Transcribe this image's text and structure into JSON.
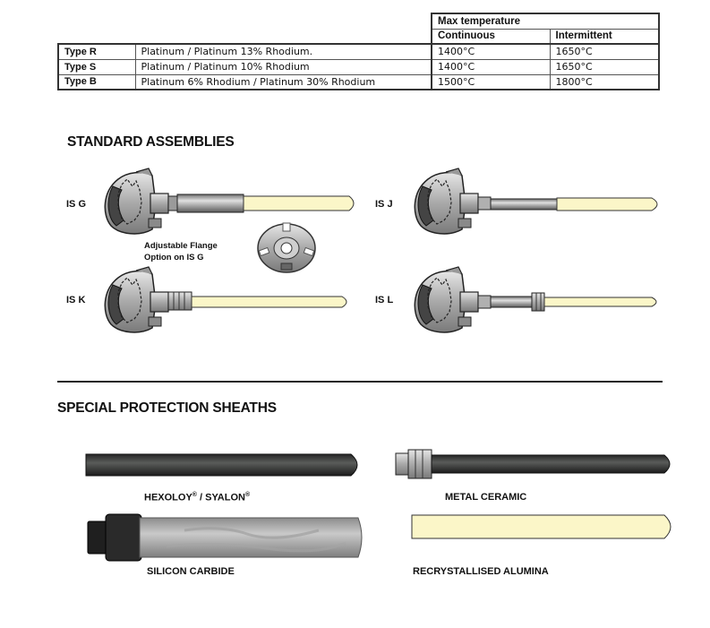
{
  "table": {
    "max_temp_header": "Max temperature",
    "col_continuous": "Continuous",
    "col_intermittent": "Intermittent",
    "rows": [
      {
        "type": "Type R",
        "material": "Platinum / Platinum 13% Rhodium.",
        "continuous": "1400°C",
        "intermittent": "1650°C"
      },
      {
        "type": "Type S",
        "material": "Platinum / Platinum 10% Rhodium",
        "continuous": "1400°C",
        "intermittent": "1650°C"
      },
      {
        "type": "Type B",
        "material": "Platinum 6% Rhodium / Platinum 30% Rhodium",
        "continuous": "1500°C",
        "intermittent": "1800°C"
      }
    ]
  },
  "assemblies": {
    "title": "STANDARD ASSEMBLIES",
    "is_g": "IS G",
    "is_j": "IS J",
    "is_k": "IS K",
    "is_l": "IS L",
    "flange_note_line1": "Adjustable Flange",
    "flange_note_line2": "Option on IS G"
  },
  "sheaths": {
    "title": "SPECIAL PROTECTION SHEATHS",
    "hexoloy": "HEXOLOY",
    "syalon": " / SYALON",
    "reg_mark": "®",
    "metal_ceramic": "METAL CERAMIC",
    "silicon_carbide": "SILICON CARBIDE",
    "alumina": "RECRYSTALLISED ALUMINA"
  },
  "colors": {
    "ceramic": "#fbf6c8",
    "dark_sheath": "#3b3d3b",
    "head_grey": "#b9b9b9"
  }
}
